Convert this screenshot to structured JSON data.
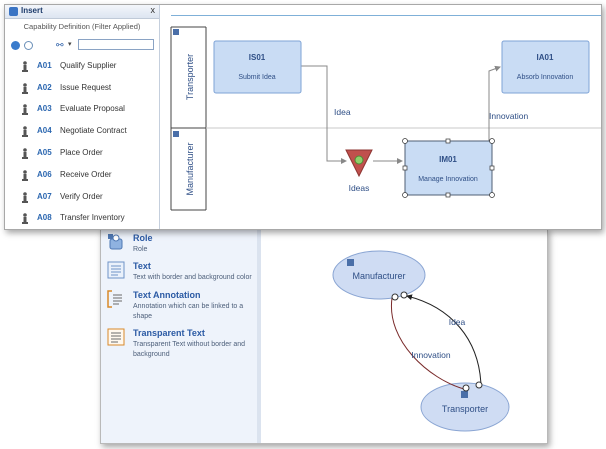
{
  "insert_panel": {
    "title": "Insert",
    "close": "x",
    "filter_label": "Capability Definition (Filter Applied)",
    "search_value": "",
    "items": [
      {
        "code": "A01",
        "name": "Qualify Supplier"
      },
      {
        "code": "A02",
        "name": "Issue Request"
      },
      {
        "code": "A03",
        "name": "Evaluate Proposal"
      },
      {
        "code": "A04",
        "name": "Negotiate Contract"
      },
      {
        "code": "A05",
        "name": "Place Order"
      },
      {
        "code": "A06",
        "name": "Receive Order"
      },
      {
        "code": "A07",
        "name": "Verify Order"
      },
      {
        "code": "A08",
        "name": "Transfer Inventory"
      }
    ]
  },
  "process_diagram": {
    "lanes": [
      {
        "label": "Transporter"
      },
      {
        "label": "Manufacturer"
      }
    ],
    "activities": [
      {
        "code": "IS01",
        "name": "Submit Idea"
      },
      {
        "code": "IA01",
        "name": "Absorb Innovation"
      },
      {
        "code": "IM01",
        "name": "Manage Innovation"
      }
    ],
    "flow_labels": {
      "idea": "Idea",
      "innovation": "Innovation"
    },
    "store_label": "Ideas"
  },
  "palette": {
    "items": [
      {
        "title": "Role",
        "description": "Role",
        "icon": "role-icon"
      },
      {
        "title": "Text",
        "description": "Text with border and background color",
        "icon": "text-icon"
      },
      {
        "title": "Text Annotation",
        "description": "Annotation which can be linked to a shape",
        "icon": "annotation-icon"
      },
      {
        "title": "Transparent Text",
        "description": "Transparent Text without border and background",
        "icon": "transparent-text-icon"
      }
    ]
  },
  "role_diagram": {
    "roles": [
      {
        "label": "Manufacturer"
      },
      {
        "label": "Transporter"
      }
    ],
    "edges": [
      {
        "label": "Idea"
      },
      {
        "label": "Innovation"
      }
    ]
  },
  "colors": {
    "accent": "#2c67b0",
    "activity_fill": "#c9dcf4",
    "activity_border": "#7ea3d6",
    "store_fill": "#c0504d",
    "innovation_edge": "#7a2b2b"
  }
}
